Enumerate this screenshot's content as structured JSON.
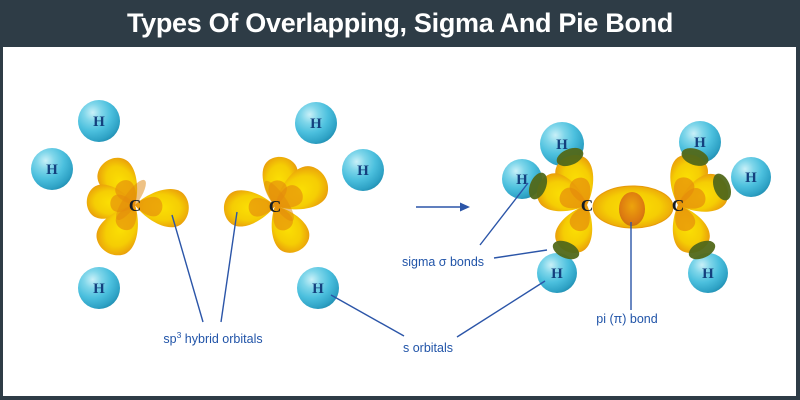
{
  "header": {
    "title": "Types Of Overlapping, Sigma And Pie Bond",
    "background_color": "#2e3c46",
    "text_color": "#ffffff"
  },
  "diagram": {
    "hydrogen_symbol": "H",
    "carbon_symbol": "C",
    "labels": {
      "sp3_hybrid": {
        "prefix": "sp",
        "superscript": "3",
        "suffix": " hybrid orbitals"
      },
      "s_orbitals": "s orbitals",
      "sigma_bonds": "sigma σ bonds",
      "pi_bond": "pi (π) bond"
    },
    "colors": {
      "orbital_yellow": "#f5cd04",
      "orbital_orange_rim": "#e0880e",
      "inner_orange": "#e58c0c",
      "hydrogen_sphere": "#4cc0de",
      "overlap_green": "#52691a",
      "annotation_blue": "#2154a8",
      "pi_lobe_orange": "#dd7a10"
    }
  }
}
